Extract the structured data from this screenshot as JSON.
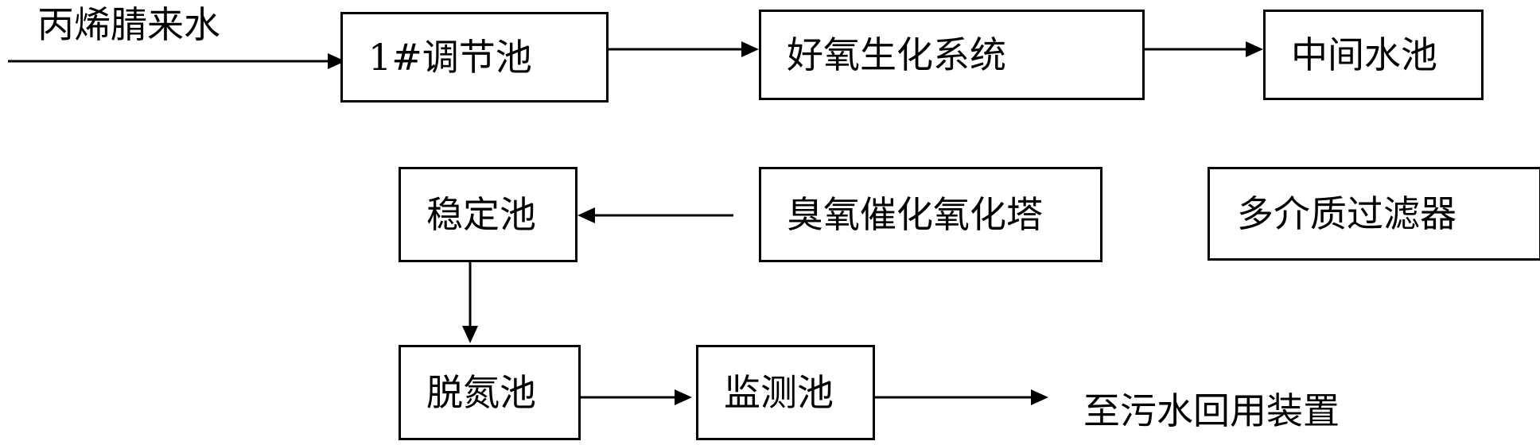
{
  "diagram": {
    "input_label": "丙烯腈来水",
    "output_label": "至污水回用装置",
    "nodes": {
      "regulating_tank": "1#调节池",
      "aerobic_system": "好氧生化系统",
      "intermediate_pool": "中间水池",
      "multimedia_filter": "多介质过滤器",
      "ozone_tower": "臭氧催化氧化塔",
      "stabilization_pool": "稳定池",
      "denitrification_pool": "脱氮池",
      "monitoring_pool": "监测池"
    }
  }
}
